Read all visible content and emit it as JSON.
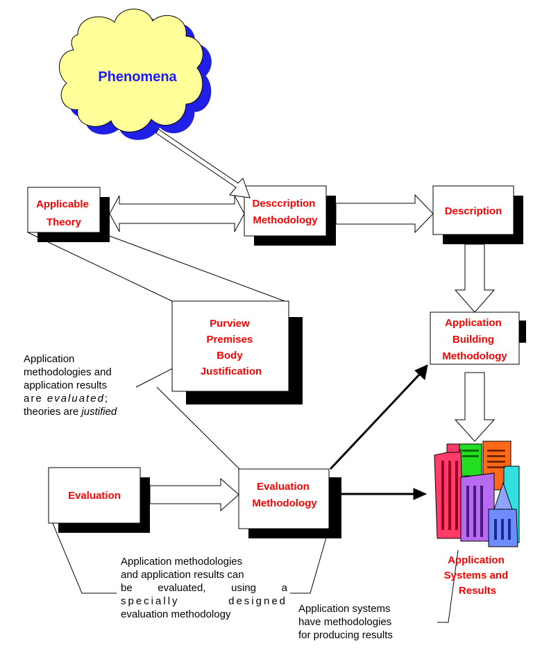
{
  "cloud": {
    "label": "Phenomena"
  },
  "boxes": {
    "applicable_theory": [
      "Applicable",
      "Theory"
    ],
    "description_methodology": [
      "Desccription",
      "Methodology"
    ],
    "description": [
      "Description"
    ],
    "purview": [
      "Purview",
      "Premises",
      "Body",
      "Justification"
    ],
    "application_building": [
      "Application",
      "Building",
      "Methodology"
    ],
    "evaluation": [
      "Evaluation"
    ],
    "evaluation_methodology": [
      "Evaluation",
      "Methodology"
    ],
    "application_systems": [
      "Application",
      "Systems and",
      "Results"
    ]
  },
  "notes": {
    "evaluated_note": {
      "line1": "Application",
      "line2": "methodologies and",
      "line3": "application results",
      "line4_a": "are ",
      "line4_b": "evaluated",
      "line4_c": ";",
      "line5_a": "theories are ",
      "line5_b": "justified"
    },
    "evaluation_note": [
      "Application methodologies",
      "and application results can",
      "be evaluated, using a",
      "specially designed",
      "evaluation methodology"
    ],
    "systems_note": [
      "Application systems",
      "have methodologies",
      "for producing results"
    ]
  },
  "colors": {
    "cloud_fill": "#ffff99",
    "cloud_shadow": "#1f1fe6",
    "box_label": "#ff0000",
    "shadow": "#000000"
  }
}
